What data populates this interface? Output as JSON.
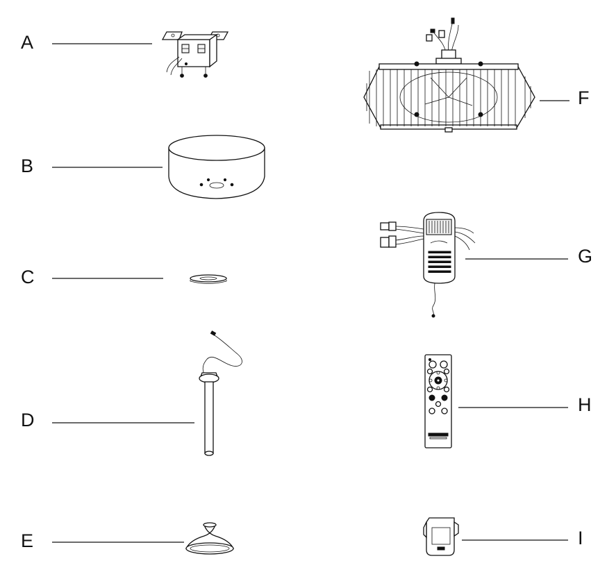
{
  "labels": {
    "a": "A",
    "b": "B",
    "c": "C",
    "d": "D",
    "e": "E",
    "f": "F",
    "g": "G",
    "h": "H",
    "i": "I"
  },
  "parts": [
    {
      "label": "A",
      "icon": "mounting-bracket-icon"
    },
    {
      "label": "B",
      "icon": "canopy-icon"
    },
    {
      "label": "C",
      "icon": "canopy-ring-icon"
    },
    {
      "label": "D",
      "icon": "downrod-icon"
    },
    {
      "label": "E",
      "icon": "decorative-cover-icon"
    },
    {
      "label": "F",
      "icon": "fan-cage-body-icon"
    },
    {
      "label": "G",
      "icon": "receiver-icon"
    },
    {
      "label": "H",
      "icon": "remote-control-icon"
    },
    {
      "label": "I",
      "icon": "remote-holder-icon"
    }
  ],
  "colors": {
    "ink": "#111111",
    "background": "#ffffff"
  }
}
